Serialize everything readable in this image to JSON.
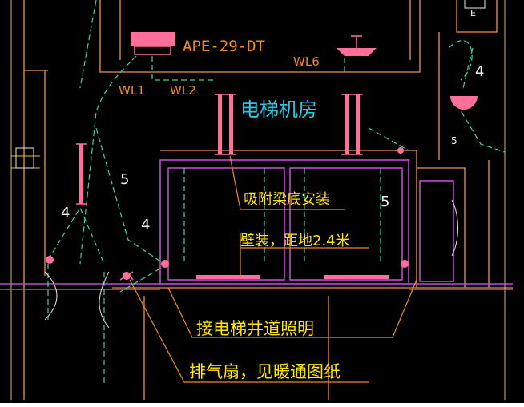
{
  "colors": {
    "background": "#000000",
    "wall_orange": "#c8793a",
    "wall_yellow": "#d7c046",
    "wiring_cyan": "#37d6a2",
    "magenta": "#c04ad1",
    "pink": "#ff6f9a",
    "label_orange": "#f08a1e",
    "label_cyan": "#28c9e6",
    "label_white": "#f2f2f2",
    "text_yellow": "#ffe400"
  },
  "labels": {
    "panel_id": "APE-29-DT",
    "circuit_wl1": "WL1",
    "circuit_wl2": "WL2",
    "circuit_wl6": "WL6",
    "room_name": "电梯机房",
    "n5_left": "5",
    "n4_left": "4",
    "n4_mid": "4",
    "n5_right": "5",
    "n4_top_right": "4",
    "n5_small": "5",
    "top_box_letter": "E"
  },
  "annotations": {
    "beam_mount": "吸附梁底安装",
    "wall_mount": "壁装，距地2.4米",
    "shaft_light": "接电梯井道照明",
    "exhaust_fan": "排气扇，见暖通图纸"
  }
}
